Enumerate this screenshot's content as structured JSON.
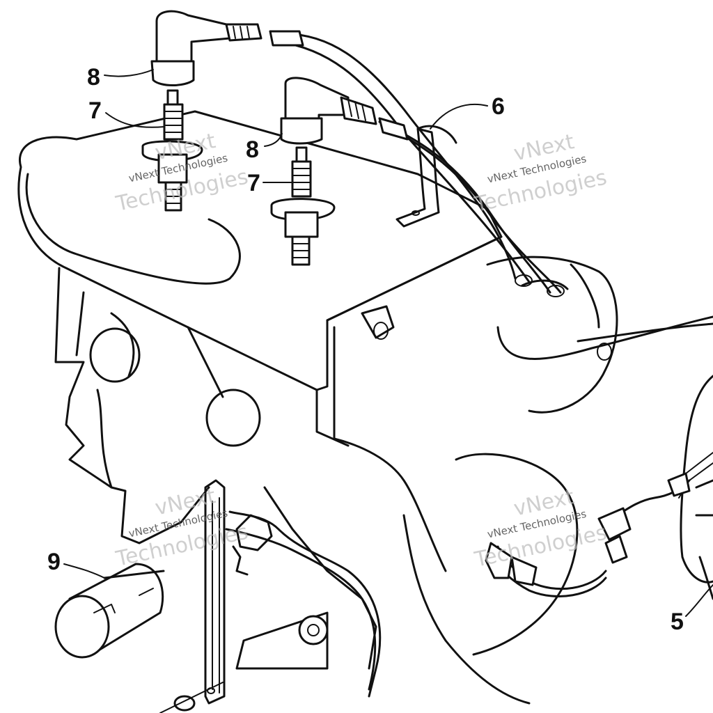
{
  "callouts": {
    "c8a": "8",
    "c7a": "7",
    "c8b": "8",
    "c7b": "7",
    "c6": "6",
    "c9": "9",
    "c5": "5"
  },
  "watermark": {
    "line1": "vNext Technologies",
    "line2": "Technologies",
    "line3": "vNext"
  },
  "colors": {
    "ink": "#111111",
    "watermark": "#bbbbbb"
  }
}
